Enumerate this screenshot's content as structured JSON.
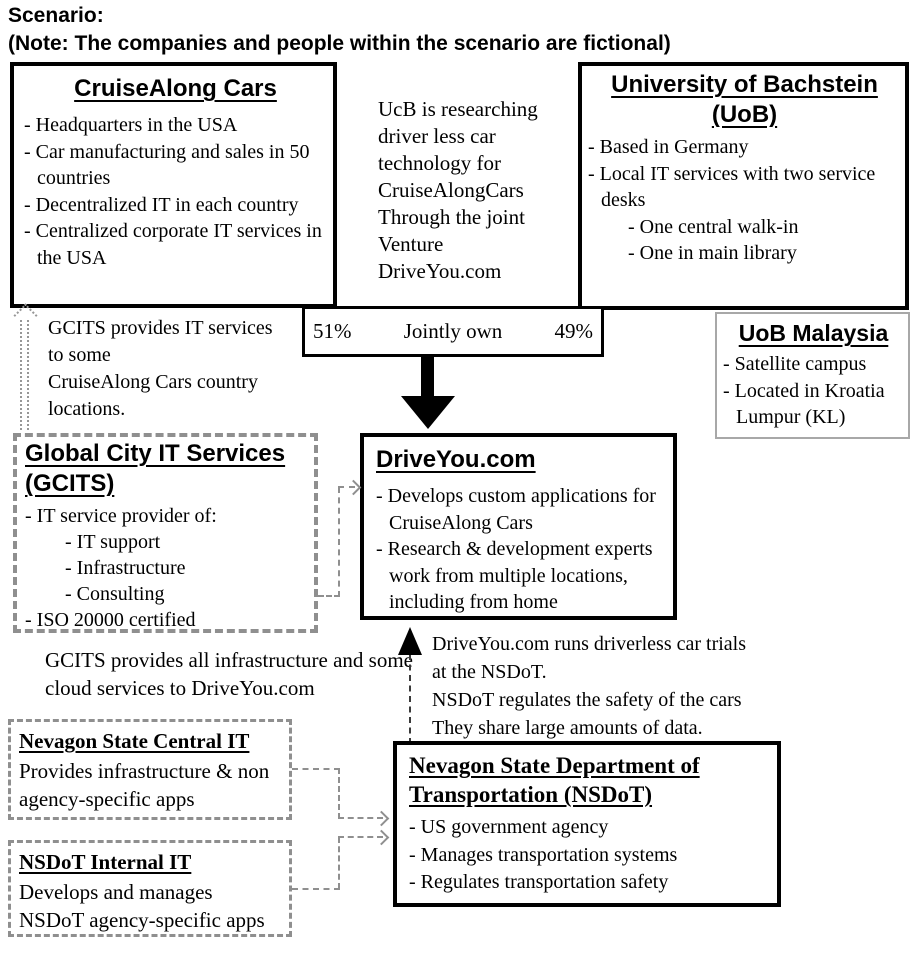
{
  "header": {
    "line1": "Scenario:",
    "line2": "(Note: The companies and people within the scenario are fictional)"
  },
  "boxes": {
    "cruisealong": {
      "title": "CruiseAlong Cars",
      "items": [
        "- Headquarters in the USA",
        "- Car manufacturing and sales in 50 countries",
        "- Decentralized IT in each country",
        "- Centralized corporate IT services in the USA"
      ]
    },
    "uob": {
      "title_line1": "University of Bachstein",
      "title_line2": "(UoB)",
      "items": [
        "- Based in Germany",
        "- Local IT services with two service desks",
        "- One central walk-in",
        "- One in main library"
      ]
    },
    "uob_malaysia": {
      "title": "UoB Malaysia",
      "items": [
        "- Satellite campus",
        "- Located in Kroatia Lumpur (KL)"
      ]
    },
    "gcits": {
      "title_line1": "Global City IT Services",
      "title_line2": "(GCITS)",
      "items": [
        "- IT service provider of:",
        "- IT support",
        "- Infrastructure",
        "- Consulting",
        "- ISO 20000 certified"
      ]
    },
    "driveyou": {
      "title": "DriveYou.com",
      "items": [
        "- Develops custom applications for CruiseAlong Cars",
        "- Research & development experts work from multiple locations, including from home"
      ]
    },
    "central_it": {
      "title": "Nevagon State Central IT",
      "body": "Provides infrastructure & non agency-specific apps"
    },
    "internal_it": {
      "title": "NSDoT Internal IT",
      "body": "Develops and manages NSDoT agency-specific apps"
    },
    "nsdot": {
      "title_line1": "Nevagon State Department of",
      "title_line2": "Transportation (NSDoT)",
      "items": [
        "- US government agency",
        "- Manages transportation systems",
        "- Regulates transportation safety"
      ]
    }
  },
  "ownership": {
    "left_pct": "51%",
    "label": "Jointly own",
    "right_pct": "49%"
  },
  "notes": {
    "joint_venture": "UcB is researching driver less car technology for CruiseAlongCars Through the joint Venture DriveYou.com",
    "gcits_cruisealong": {
      "lines": [
        "GCITS provides IT services",
        "to some",
        "CruiseAlong Cars country",
        "locations."
      ]
    },
    "gcits_driveyou": "GCITS provides all infrastructure and some cloud services to DriveYou.com",
    "driveyou_nsdot": {
      "lines": [
        "DriveYou.com runs driverless car trials",
        "at the NSDoT.",
        "NSDoT regulates the safety of the cars",
        "They share large amounts of data."
      ]
    }
  },
  "colors": {
    "box_border": "#000000",
    "dashed_gray": "#8f8f8f",
    "malaysia_border": "#a8a8a8",
    "text": "#000000",
    "background": "#ffffff"
  }
}
